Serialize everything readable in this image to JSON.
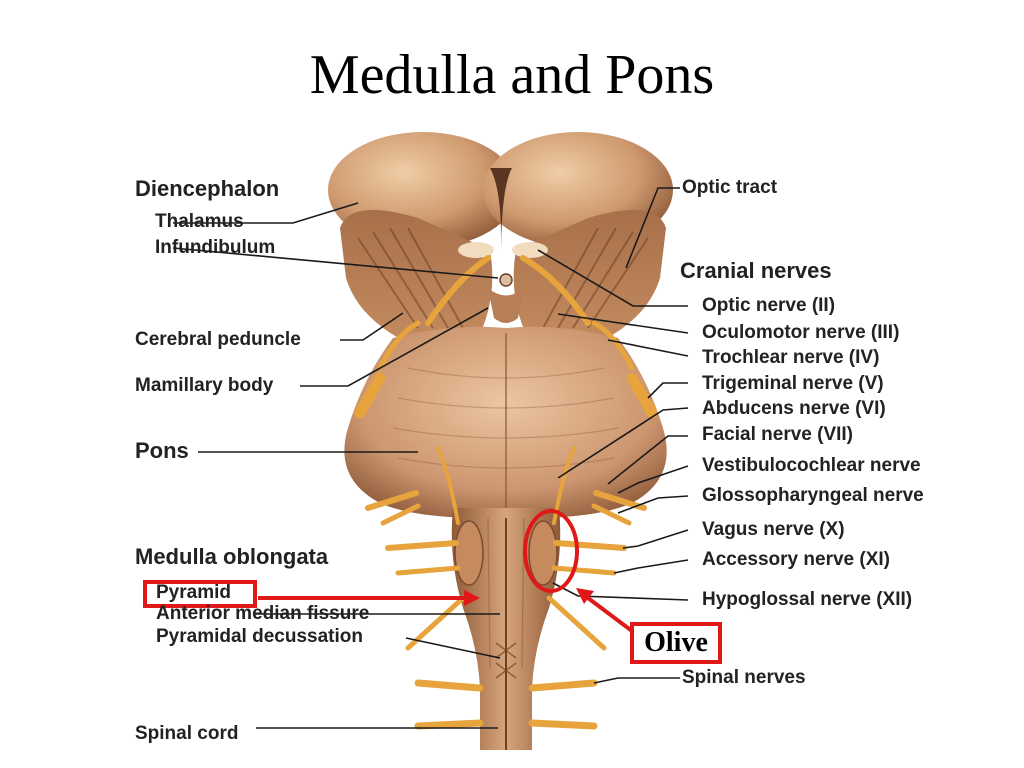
{
  "slide": {
    "title": "Medulla and Pons"
  },
  "colors": {
    "tissue": "#c8916a",
    "tissue_light": "#e2b98f",
    "tissue_dark": "#8a5536",
    "nerve": "#e7a43c",
    "leader": "#1a1a1a",
    "highlight": "#e0181a"
  },
  "labels_left": {
    "diencephalon": "Diencephalon",
    "thalamus": "Thalamus",
    "infundibulum": "Infundibulum",
    "cerebral_peduncle": "Cerebral peduncle",
    "mamillary_body": "Mamillary body",
    "pons": "Pons",
    "medulla_oblongata": "Medulla oblongata",
    "pyramid": "Pyramid",
    "anterior_median_fissure": "Anterior median fissure",
    "pyramidal_decussation": "Pyramidal decussation",
    "spinal_cord": "Spinal cord"
  },
  "labels_right": {
    "optic_tract": "Optic tract",
    "cranial_nerves": "Cranial nerves",
    "optic_nerve": "Optic nerve (II)",
    "oculomotor_nerve": "Oculomotor nerve (III)",
    "trochlear_nerve": "Trochlear nerve (IV)",
    "trigeminal_nerve": "Trigeminal nerve (V)",
    "abducens_nerve": "Abducens nerve (VI)",
    "facial_nerve": "Facial nerve (VII)",
    "vestibulocochlear_nerve": "Vestibulocochlear nerve",
    "glossopharyngeal_nerve": "Glossopharyngeal nerve",
    "vagus_nerve": "Vagus nerve (X)",
    "accessory_nerve": "Accessory nerve (XI)",
    "hypoglossal_nerve": "Hypoglossal nerve (XII)",
    "spinal_nerves": "Spinal nerves"
  },
  "callout": {
    "olive": "Olive"
  }
}
